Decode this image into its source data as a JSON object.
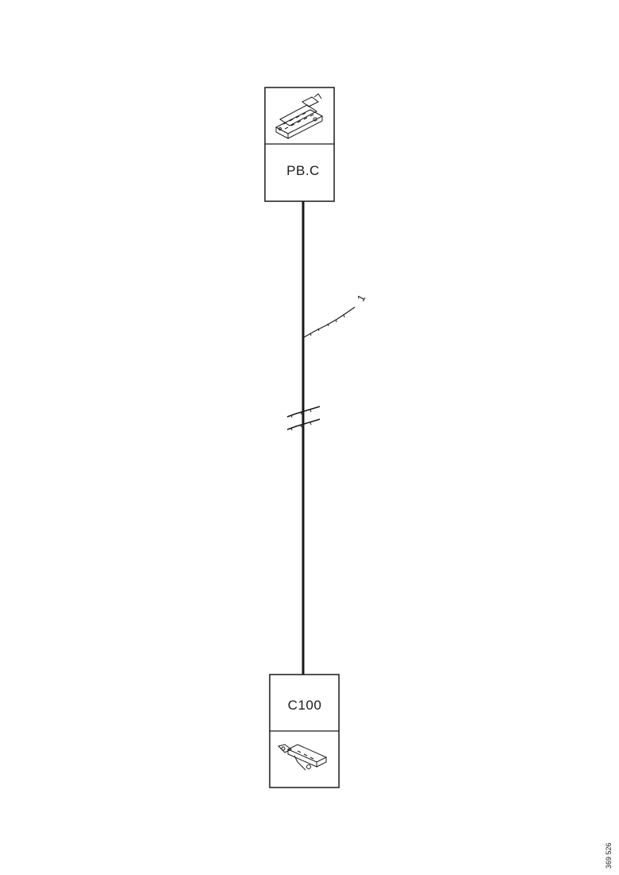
{
  "components": {
    "top": {
      "label": "PB.C",
      "icon": "bulkhead-connector-icon"
    },
    "bottom": {
      "label": "C100",
      "icon": "cable-connector-icon"
    }
  },
  "wire": {
    "marker_label": "1"
  },
  "footer": {
    "doc_id": "369 526"
  },
  "colors": {
    "line": "#1a1a1a",
    "background": "#ffffff"
  }
}
